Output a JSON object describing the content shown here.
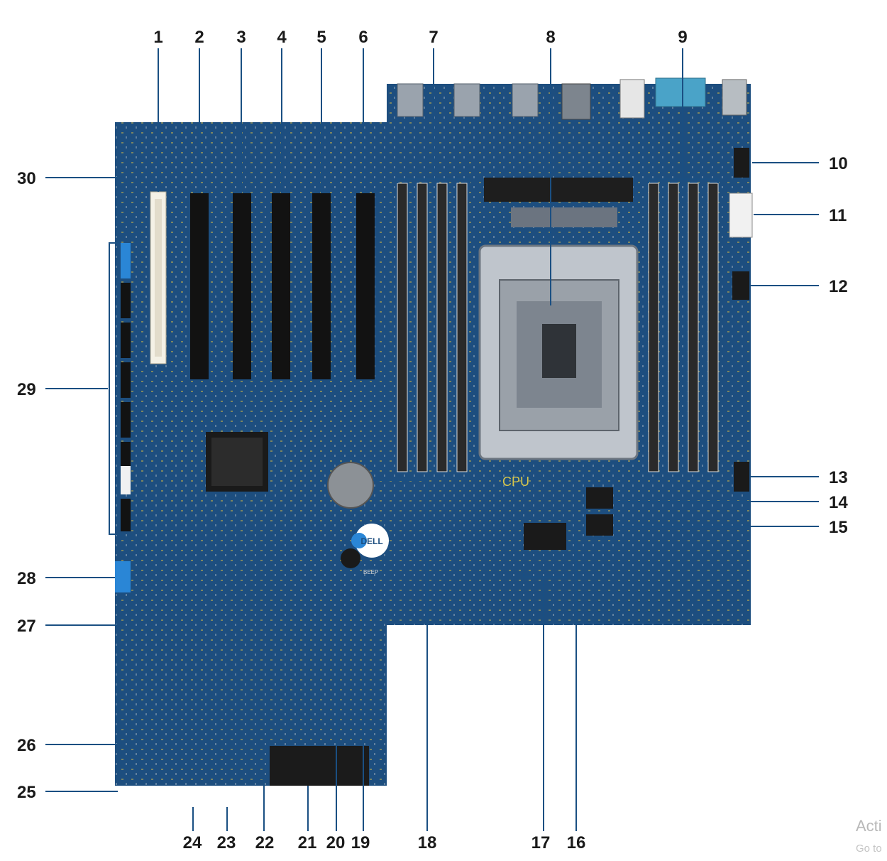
{
  "diagram": {
    "callout_numbers": [
      "1",
      "2",
      "3",
      "4",
      "5",
      "6",
      "7",
      "8",
      "9",
      "10",
      "11",
      "12",
      "13",
      "14",
      "15",
      "16",
      "17",
      "18",
      "19",
      "20",
      "21",
      "22",
      "23",
      "24",
      "25",
      "26",
      "27",
      "28",
      "29",
      "30"
    ],
    "board_marking": "CPU",
    "brand_logo": "DELL",
    "component_label": "BEEP"
  },
  "watermark": {
    "line1": "Acti",
    "line2": "Go to"
  },
  "colors": {
    "pcb": "#1d4e7f",
    "pcb_dark": "#143a63",
    "leader": "#1a4f82",
    "number": "#1a1a1a"
  }
}
